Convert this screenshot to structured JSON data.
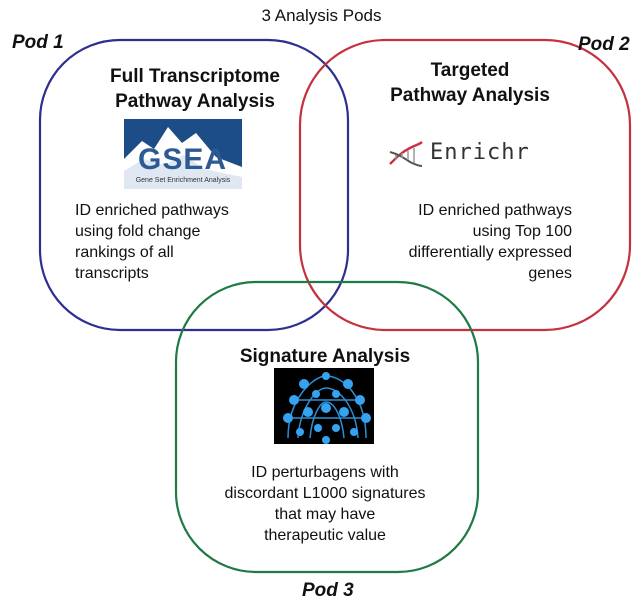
{
  "title": "3 Analysis Pods",
  "pods": [
    {
      "pod_label": "Pod 1",
      "heading_line1": "Full Transcriptome",
      "heading_line2": "Pathway Analysis",
      "logo_text": "GSEA",
      "logo_caption": "Gene Set Enrichment Analysis",
      "description": [
        "ID enriched pathways",
        "using  fold change",
        "rankings of all",
        "transcripts"
      ],
      "color": "#2e2f8e"
    },
    {
      "pod_label": "Pod 2",
      "heading_line1": "Targeted",
      "heading_line2": "Pathway Analysis",
      "logo_text": "Enrichr",
      "description": [
        "ID enriched pathways",
        "using  Top 100",
        "differentially expressed",
        "genes"
      ],
      "color": "#c4323f"
    },
    {
      "pod_label": "Pod 3",
      "heading_line1": "Signature Analysis",
      "description": [
        "ID perturbagens with",
        "discordant L1000 signatures",
        "that may have",
        "therapeutic value"
      ],
      "color": "#1f7a45"
    }
  ]
}
